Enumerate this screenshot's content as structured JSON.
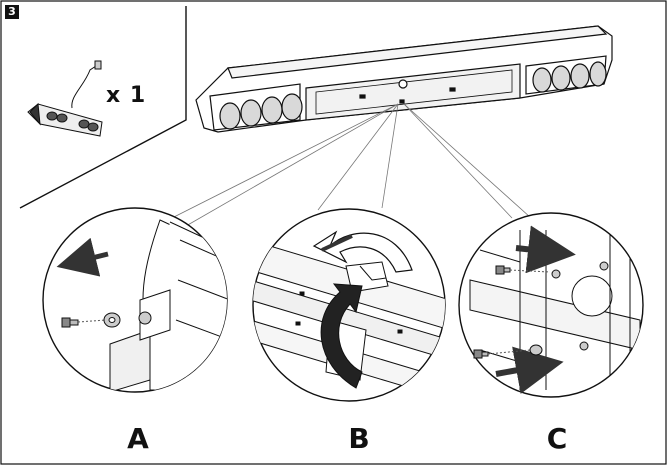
{
  "step": {
    "number": "3"
  },
  "parts": {
    "quantity": "x 1"
  },
  "panels": [
    {
      "id": "a",
      "label": "A"
    },
    {
      "id": "b",
      "label": "B"
    },
    {
      "id": "c",
      "label": "C"
    }
  ],
  "colors": {
    "stroke": "#111111",
    "fill": "#ffffff",
    "arrow": "#333333",
    "speaker": "#d9d9d9"
  }
}
